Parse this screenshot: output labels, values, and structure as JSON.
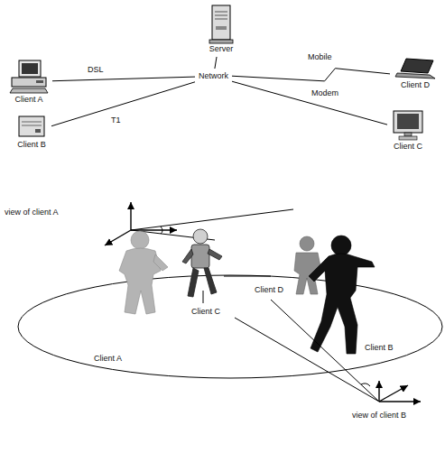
{
  "diagram": {
    "nodes": [
      {
        "text": [
          "Server"
        ]
      },
      {
        "text": [
          "Network"
        ]
      },
      {
        "text": [
          "Client A"
        ]
      },
      {
        "text": [
          "Client D"
        ]
      },
      {
        "text": [
          "Client B"
        ]
      },
      {
        "text": [
          "Client C"
        ]
      }
    ],
    "edges": [
      {
        "from": 1,
        "to": 0,
        "arrow": "none"
      },
      {
        "from": 1,
        "to": 2,
        "label": "DSL",
        "arrow": "none"
      },
      {
        "from": 1,
        "to": 3,
        "label": "Mobile",
        "arrow": "none"
      },
      {
        "from": 1,
        "to": 4,
        "label": "T1",
        "arrow": "none"
      },
      {
        "from": 1,
        "to": 5,
        "label": "Modem",
        "arrow": "none"
      }
    ],
    "labels": [
      "view of client A",
      "Client C",
      "Client D",
      "Client A",
      "Client B",
      "view of client B"
    ]
  }
}
